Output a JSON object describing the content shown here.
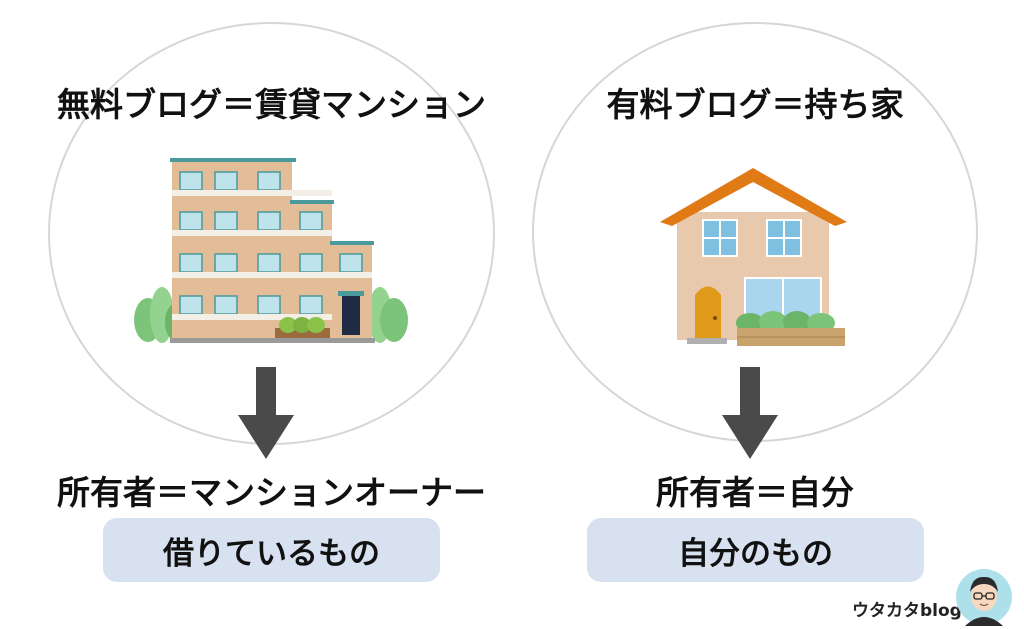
{
  "left": {
    "title": "無料ブログ＝賃貸マンション",
    "owner": "所有者＝マンションオーナー",
    "pill": "借りているもの"
  },
  "right": {
    "title": "有料ブログ＝持ち家",
    "owner": "所有者＝自分",
    "pill": "自分のもの"
  },
  "brand": {
    "label": "ウタカタblog"
  },
  "colors": {
    "pill_bg": "#d8e1ef",
    "arrow": "#4a4a4a",
    "circle_border": "#d6d6d6",
    "roof": "#e07a14",
    "house_wall": "#e8c9ad",
    "apartment_wall": "#e3bd98",
    "window": "#7fbfe0"
  },
  "icons": [
    "apartment-building-illustration",
    "house-illustration",
    "down-arrow-icon",
    "author-avatar-icon"
  ]
}
